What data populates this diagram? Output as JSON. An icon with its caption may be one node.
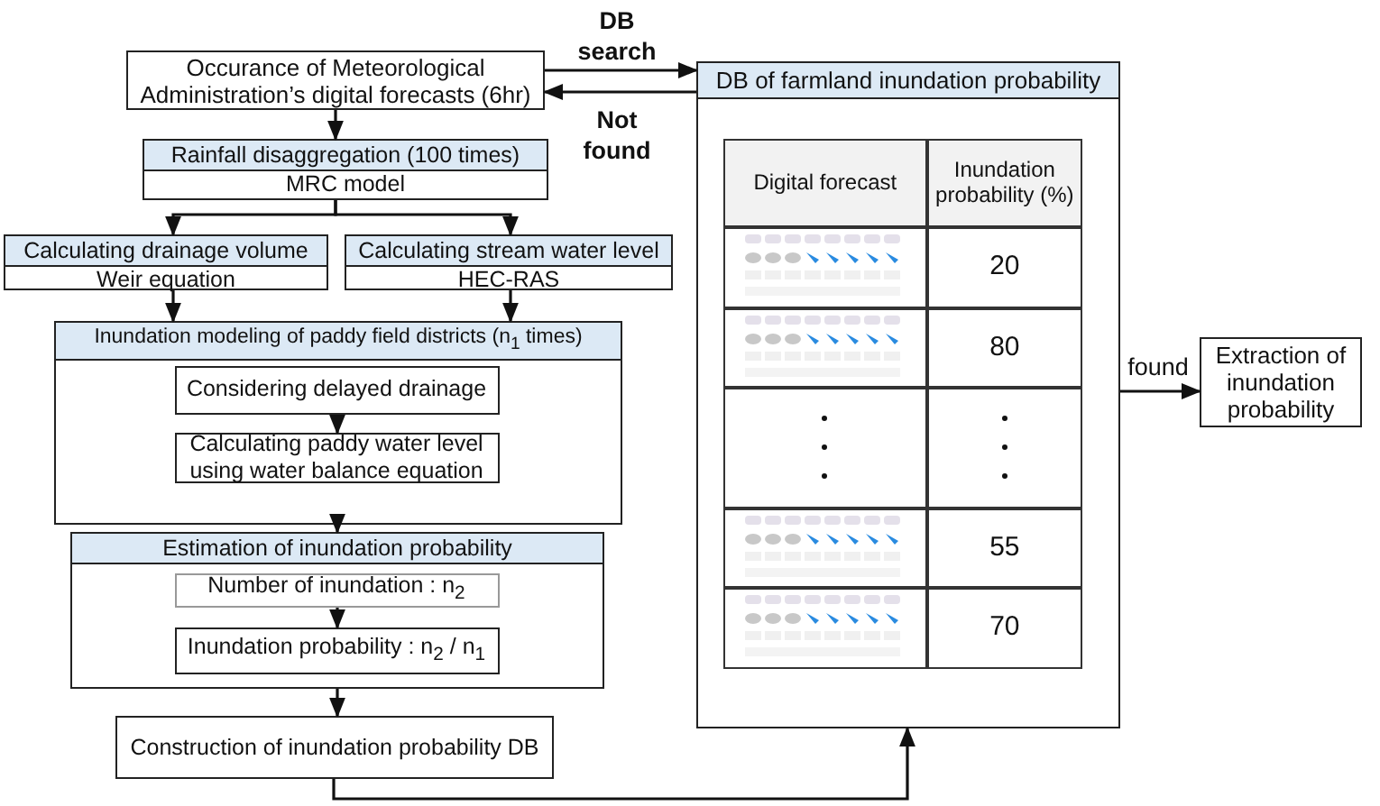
{
  "diagram": {
    "nodes": [
      {
        "text": [
          "Occurance of Meteorological Administration’s digital forecasts (6hr)"
        ]
      },
      {
        "text": [
          "Rainfall disaggregation (100 times)",
          "MRC model"
        ]
      },
      {
        "text": [
          "Calculating drainage volume",
          "Weir equation"
        ]
      },
      {
        "text": [
          "Calculating stream water level",
          "HEC-RAS"
        ]
      },
      {
        "text": [
          "Inundation modeling of paddy field districts (n$_{1}$ times)"
        ]
      },
      {
        "text": [
          "Considering delayed drainage"
        ],
        "in": 4
      },
      {
        "text": [
          "Calculating paddy water level using water balance equation"
        ],
        "in": 4
      },
      {
        "text": [
          "Estimation of inundation probability"
        ]
      },
      {
        "text": [
          "Number of inundation : n$_{2}$"
        ],
        "in": 7
      },
      {
        "text": [
          "Inundation probability : n$_{2}$ / n$_{1}$"
        ],
        "in": 7
      },
      {
        "text": [
          "Construction of inundation probability DB"
        ]
      },
      {
        "text": [
          "DB of farmland inundation probability"
        ]
      },
      {
        "text": [
          "Extraction of inundation probability"
        ]
      }
    ],
    "edges": [
      {
        "from": 0,
        "to": 11,
        "arrow": "to",
        "label": "DB search"
      },
      {
        "from": 11,
        "to": 0,
        "arrow": "to",
        "label": "Not found"
      },
      {
        "from": 0,
        "to": 1,
        "arrow": "to"
      },
      {
        "from": 1,
        "to": 2,
        "arrow": "to"
      },
      {
        "from": 1,
        "to": 3,
        "arrow": "to"
      },
      {
        "from": 2,
        "to": 4,
        "arrow": "to"
      },
      {
        "from": 3,
        "to": 4,
        "arrow": "to"
      },
      {
        "from": 5,
        "to": 6,
        "arrow": "to"
      },
      {
        "from": 4,
        "to": 7,
        "arrow": "to"
      },
      {
        "from": 8,
        "to": 9,
        "arrow": "to"
      },
      {
        "from": 7,
        "to": 10,
        "arrow": "to"
      },
      {
        "from": 10,
        "to": 11,
        "arrow": "to"
      },
      {
        "from": 11,
        "to": 12,
        "arrow": "to",
        "label": "found"
      }
    ],
    "labels": [
      "Digital forecast",
      "Inundation probability (%)",
      "20",
      "80",
      "55",
      "70"
    ]
  }
}
